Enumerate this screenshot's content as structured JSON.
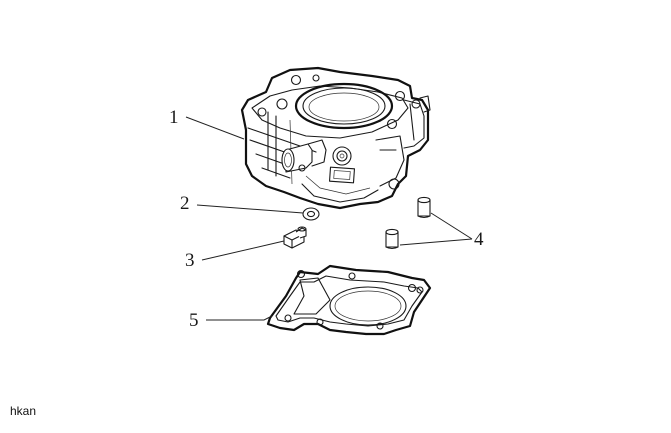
{
  "callouts": [
    {
      "id": "1",
      "label": "1"
    },
    {
      "id": "2",
      "label": "2"
    },
    {
      "id": "3",
      "label": "3"
    },
    {
      "id": "4",
      "label": "4"
    },
    {
      "id": "5",
      "label": "5"
    }
  ],
  "watermark": "hkan"
}
